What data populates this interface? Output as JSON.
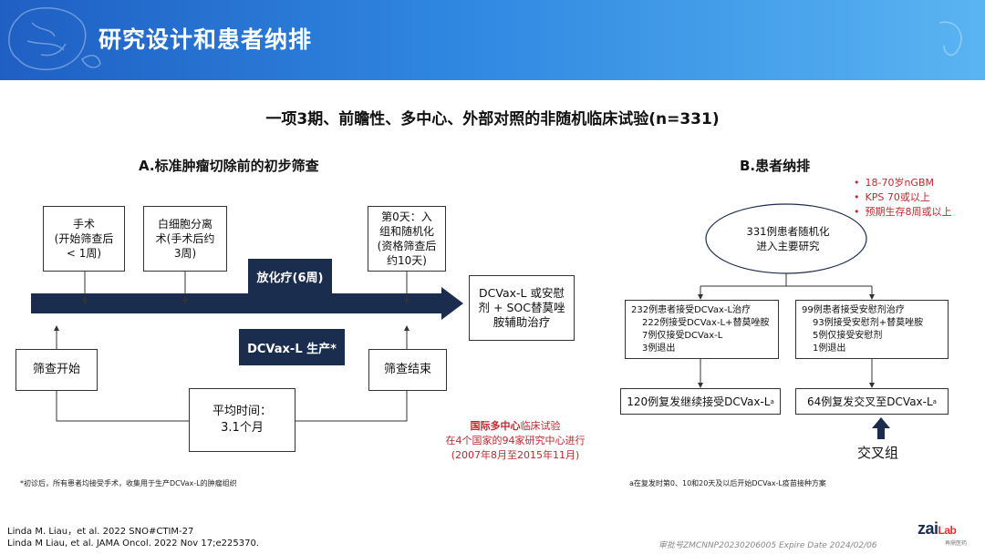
{
  "header": {
    "title": "研究设计和患者纳排"
  },
  "subtitle": "一项3期、前瞻性、多中心、外部对照的非随机临床试验(n=331)",
  "section_a": {
    "title": "A.标准肿瘤切除前的初步筛查",
    "box_surgery": "手术\n(开始筛查后\n< 1周)",
    "box_leukapheresis": "白细胞分离\n术(手术后约\n3周)",
    "box_day0": "第0天：入\n组和随机化\n(资格筛查后\n约10天)",
    "radiochemo": "放化疗(6周)",
    "dcvax_production": "DCVax-L 生产*",
    "box_treatment": "DCVax-L 或安慰\n剂 + SOC替莫唑\n胺辅助治疗",
    "box_screen_start": "筛查开始",
    "box_screen_end": "筛查结束",
    "box_avg_time": "平均时间：\n3.1个月",
    "footnote": "*初诊后，所有患者均接受手术，收集用于生产DCVax-L的肿瘤组织"
  },
  "trial_note": {
    "line1_bold": "国际多中心",
    "line1_rest": "临床试验",
    "line2": "在4个国家的94家研究中心进行",
    "line3": "(2007年8月至2015年11月)"
  },
  "section_b": {
    "title": "B.患者纳排",
    "criteria": [
      "18-70岁nGBM",
      "KPS 70或以上",
      "预期生存8周或以上"
    ],
    "randomized": "331例患者随机化\n进入主要研究",
    "left_group": {
      "title": "232例患者接受DCVax-L治疗",
      "items": [
        "222例接受DCVax-L+替莫唑胺",
        "7例仅接受DCVax-L",
        "3例退出"
      ]
    },
    "right_group": {
      "title": "99例患者接受安慰剂治疗",
      "items": [
        "93例接受安慰剂+替莫唑胺",
        "5例仅接受安慰剂",
        "1例退出"
      ]
    },
    "left_result": "120例复发继续接受DCVax-L",
    "left_result_sup": "a",
    "right_result": "64例复发交叉至DCVax-L",
    "right_result_sup": "a",
    "crossover_label": "交叉组",
    "footnote": "a在复发时第0、10和20天及以后开始DCVax-L疫苗接种方案"
  },
  "references": [
    "Linda M. Liau，et al. 2022 SNO#CTIM-27",
    "Linda M Liau, et al. JAMA Oncol. 2022 Nov 17;e225370."
  ],
  "approval": "审批号ZMCNNP20230206005 Expire Date 2024/02/06",
  "logo": {
    "text_main": "zai",
    "text_accent": "Lab",
    "text_sub": "再鼎医药"
  },
  "colors": {
    "navy": "#1b2d4f",
    "accent_red": "#c0282f",
    "header_blue": "#2f86e0"
  }
}
